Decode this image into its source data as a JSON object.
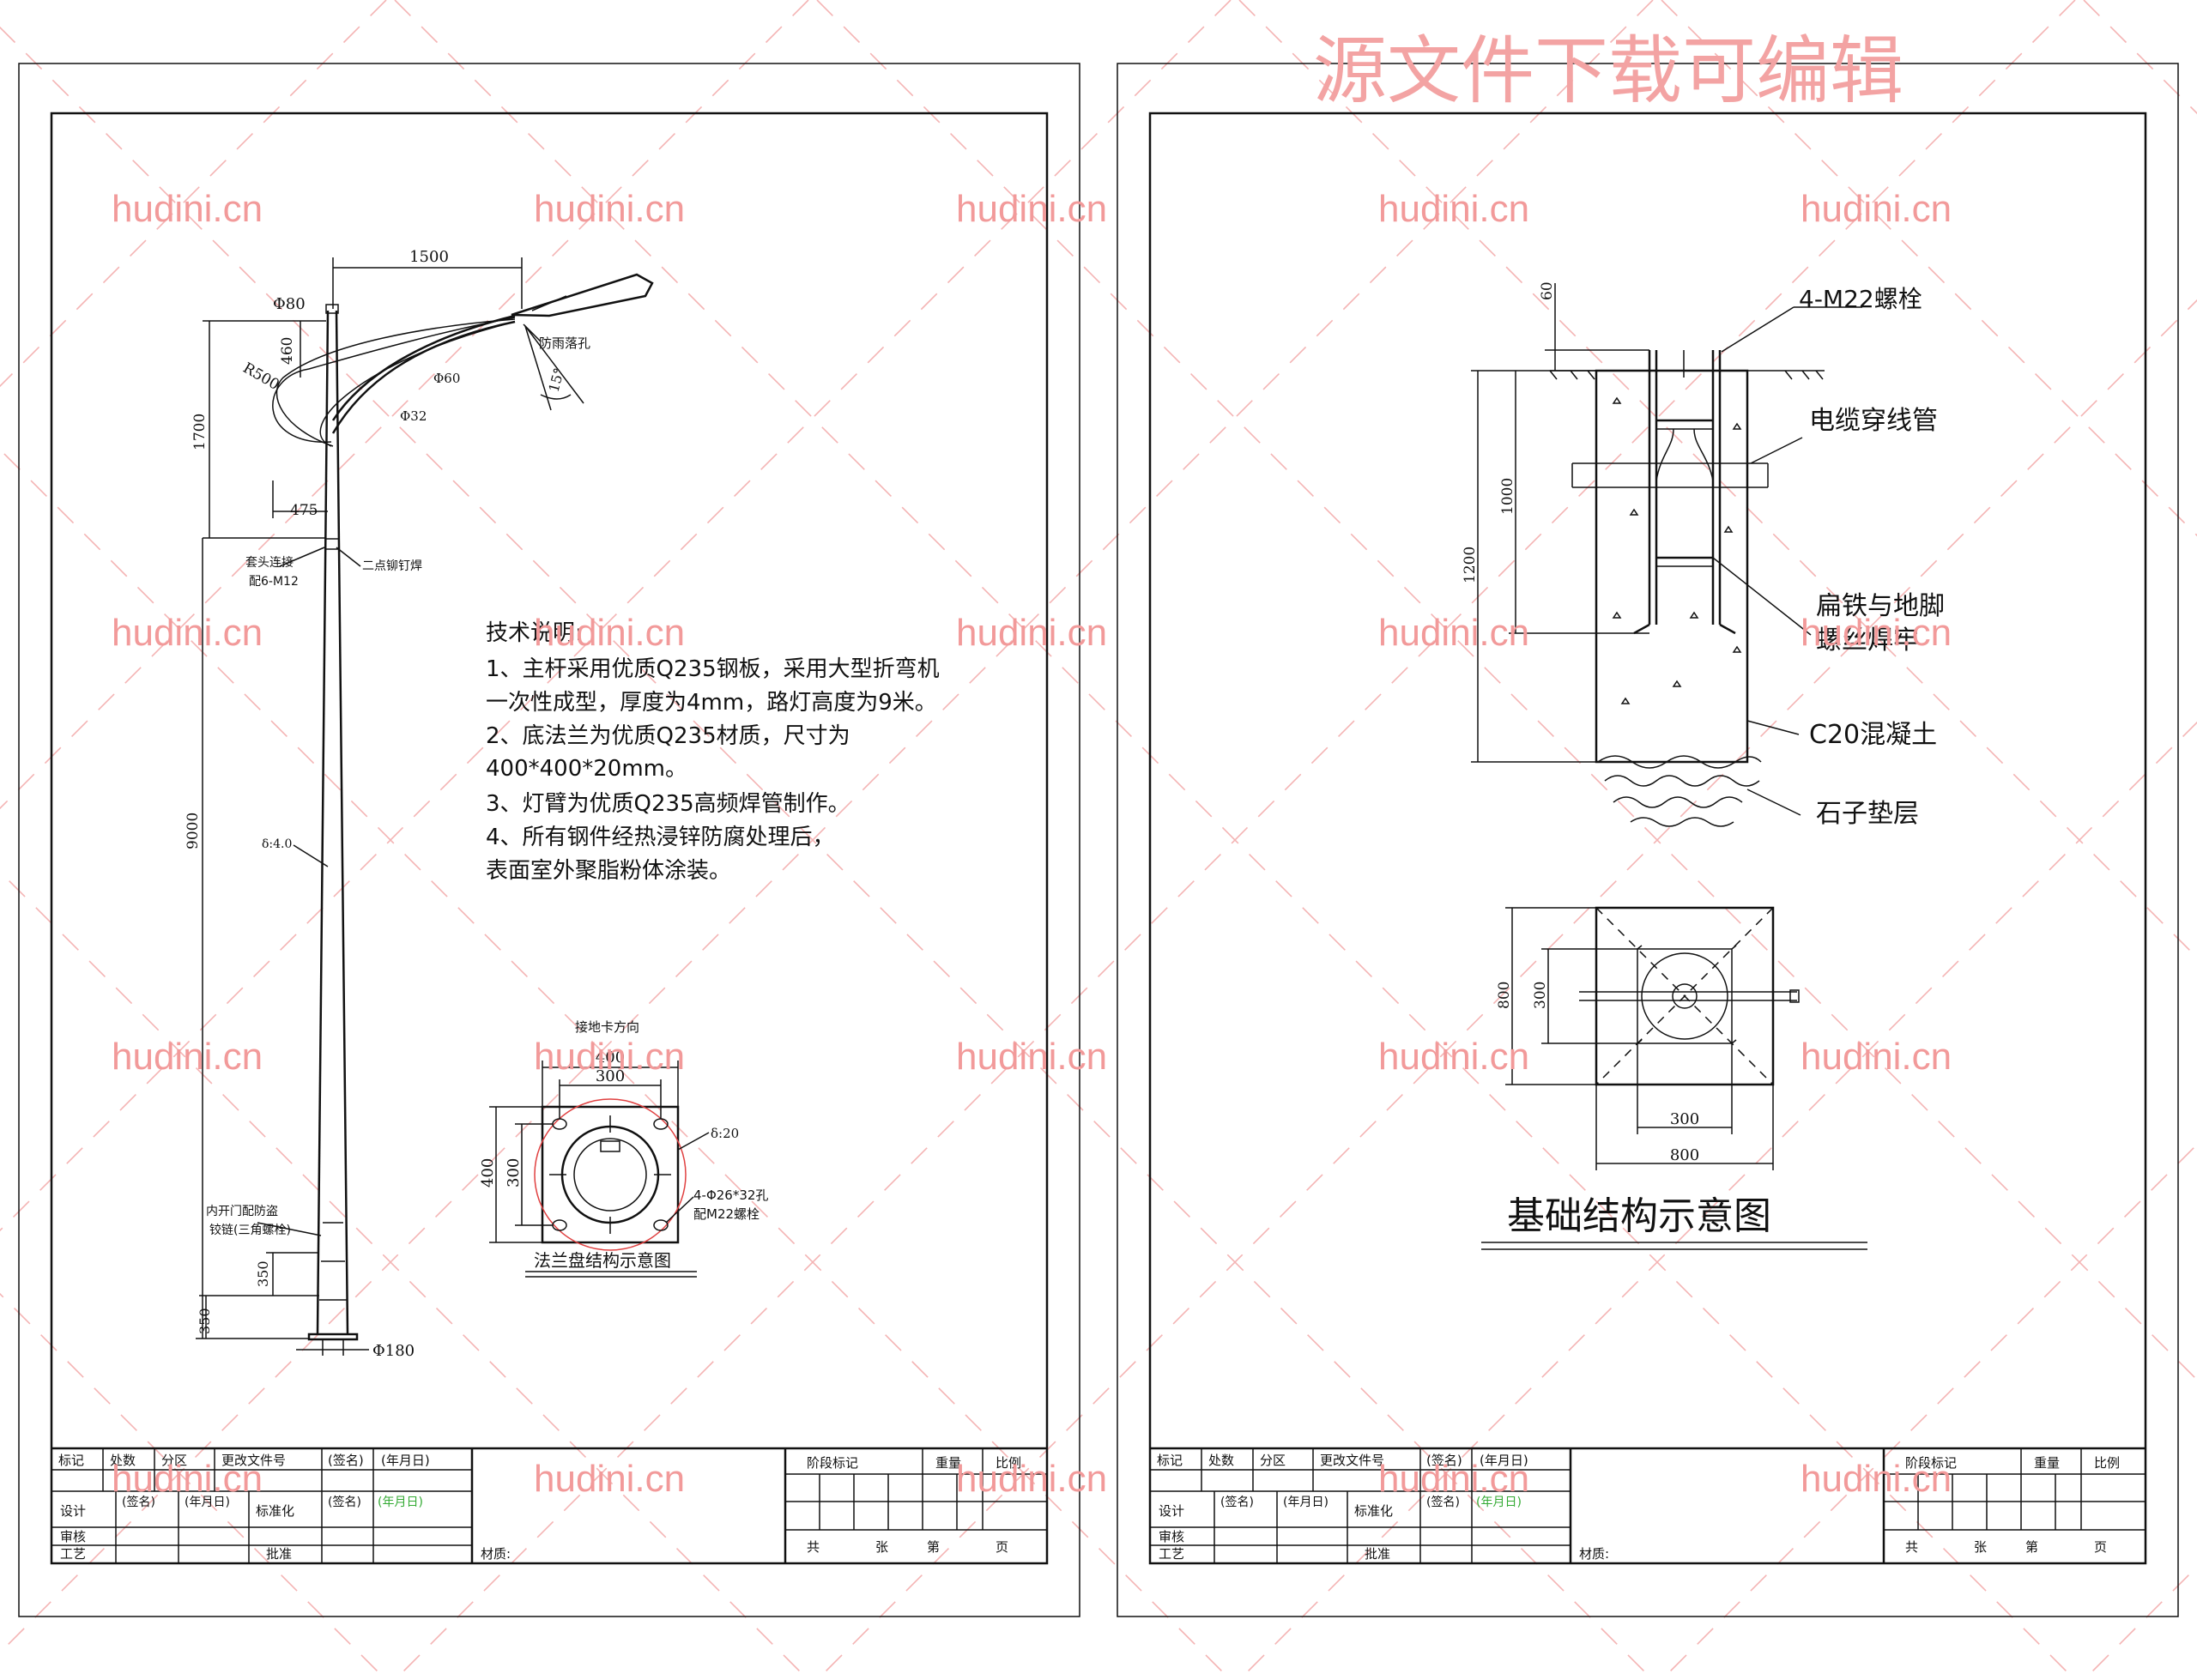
{
  "watermark": {
    "headline": "源文件下载可编辑",
    "site": "hudini.cn"
  },
  "left_sheet": {
    "dims": {
      "arm_span": "1500",
      "top_dia": "Φ80",
      "h460": "460",
      "h1700": "1700",
      "r500": "R500",
      "w475": "475",
      "dia60": "Φ60",
      "dia32": "Φ32",
      "angle15": "15°",
      "h9000": "9000",
      "h350a": "350",
      "h350b": "350",
      "base_dia": "Φ180",
      "thickness": "δ:4.0"
    },
    "labels": {
      "drain_hole": "防雨落孔",
      "sleeve_line1": "套头连接",
      "sleeve_line2": "配6-M12",
      "weld": "二点铆钉焊",
      "door_line1": "内开门配防盗",
      "door_line2": "铰链(三角螺栓)"
    },
    "notes": {
      "title": "技术说明:",
      "lines": [
        "1、主杆采用优质Q235钢板，采用大型折弯机",
        "一次性成型，厚度为4mm，路灯高度为9米。",
        "2、底法兰为优质Q235材质，尺寸为",
        "400*400*20mm。",
        "3、灯臂为优质Q235高频焊管制作。",
        "4、所有钢件经热浸锌防腐处理后，",
        "表面室外聚脂粉体涂装。"
      ]
    },
    "flange": {
      "direction": "接地卡方向",
      "w400": "400",
      "w300": "300",
      "h400": "400",
      "h300": "300",
      "plate": "δ:20",
      "holes_line1": "4-Φ26*32孔",
      "holes_line2": "配M22螺栓",
      "caption": "法兰盘结构示意图"
    },
    "title_block": {
      "row1": [
        "标记",
        "处数",
        "分区",
        "更改文件号",
        "(签名)",
        "(年月日)"
      ],
      "design": "设计",
      "sign": "(签名)",
      "date": "(年月日)",
      "standard": "标准化",
      "sign2": "(签名)",
      "date2": "(年月日)",
      "review": "审核",
      "process": "工艺",
      "approve": "批准",
      "material": "材质:",
      "stage": "阶段标记",
      "weight": "重量",
      "scale": "比例",
      "total": "共",
      "sheets": "张",
      "page": "第",
      "page_unit": "页"
    }
  },
  "right_sheet": {
    "dims": {
      "h60": "60",
      "h1000": "1000",
      "h1200": "1200",
      "h800": "800",
      "h300": "300",
      "w300": "300",
      "w800": "800"
    },
    "labels": {
      "bolts": "4-M22螺栓",
      "cable": "电缆穿线管",
      "flat_iron_1": "扁铁与地脚",
      "flat_iron_2": "螺丝焊牢",
      "concrete": "C20混凝土",
      "gravel": "石子垫层"
    },
    "caption": "基础结构示意图",
    "title_block": {
      "row1": [
        "标记",
        "处数",
        "分区",
        "更改文件号",
        "(签名)",
        "(年月日)"
      ],
      "design": "设计",
      "sign": "(签名)",
      "date": "(年月日)",
      "standard": "标准化",
      "sign2": "(签名)",
      "date2": "(年月日)",
      "review": "审核",
      "process": "工艺",
      "approve": "批准",
      "material": "材质:",
      "stage": "阶段标记",
      "weight": "重量",
      "scale": "比例",
      "total": "共",
      "sheets": "张",
      "page": "第",
      "page_unit": "页"
    }
  }
}
